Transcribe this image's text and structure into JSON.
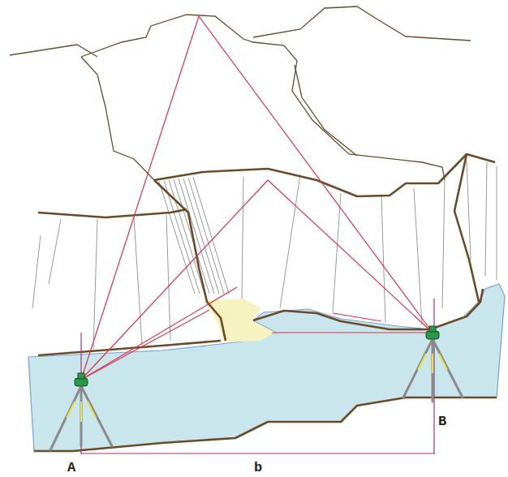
{
  "diagram": {
    "labels": [
      "A",
      "B",
      "b"
    ]
  }
}
